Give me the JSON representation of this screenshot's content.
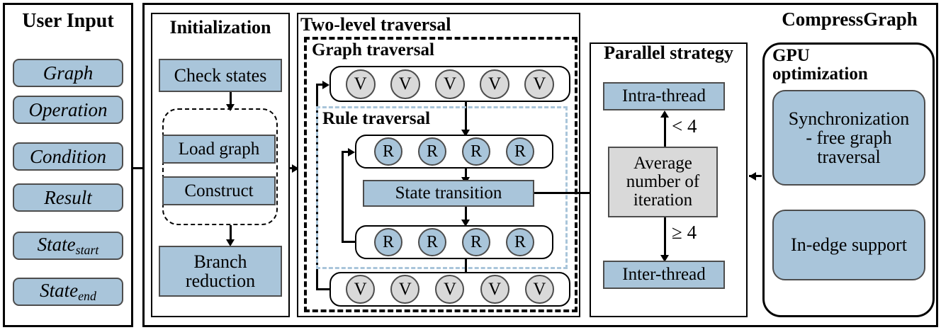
{
  "diagram": {
    "type": "system-architecture-flowchart",
    "outer_title": "CompressGraph",
    "colors": {
      "fill_blue": "#a9c5da",
      "fill_gray": "#d9d9d9",
      "stroke_black": "#000000",
      "stroke_gray": "#4d4d4d",
      "dashed_blue": "#a9c5da"
    }
  },
  "user_input": {
    "title": "User Input",
    "items": [
      {
        "label": "Graph",
        "sub": ""
      },
      {
        "label": "Operation",
        "sub": ""
      },
      {
        "label": "Condition",
        "sub": ""
      },
      {
        "label": "Result",
        "sub": ""
      },
      {
        "label": "State",
        "sub": "start"
      },
      {
        "label": "State",
        "sub": "end"
      }
    ]
  },
  "initialization": {
    "title": "Initialization",
    "check_states": "Check states",
    "grouped": {
      "load_graph": "Load graph",
      "construct": "Construct"
    },
    "branch_reduction": "Branch\nreduction"
  },
  "two_level": {
    "title": "Two-level traversal",
    "graph_traversal": {
      "title": "Graph traversal",
      "top_vertices": [
        "V",
        "V",
        "V",
        "V",
        "V"
      ],
      "bottom_vertices": [
        "V",
        "V",
        "V",
        "V",
        "V"
      ]
    },
    "rule_traversal": {
      "title": "Rule traversal",
      "top_rules": [
        "R",
        "R",
        "R",
        "R"
      ],
      "state_transition": "State transition",
      "bottom_rules": [
        "R",
        "R",
        "R",
        "R"
      ]
    }
  },
  "parallel_strategy": {
    "title": "Parallel strategy",
    "intra_thread": "Intra-thread",
    "decision": "Average\nnumber of\niteration",
    "inter_thread": "Inter-thread",
    "edge_label_up": "< 4",
    "edge_label_down": "≥ 4"
  },
  "gpu_optimization": {
    "title": "GPU\noptimization",
    "items": [
      "Synchronization\n- free graph\ntraversal",
      "In-edge support"
    ]
  },
  "arrows": [
    {
      "name": "user-input-to-initialization",
      "direction": "right"
    },
    {
      "name": "initialization-to-two-level",
      "direction": "right"
    },
    {
      "name": "check-states-to-group",
      "direction": "down"
    },
    {
      "name": "group-to-branch-reduction",
      "direction": "down"
    },
    {
      "name": "vertices-to-rules",
      "direction": "down"
    },
    {
      "name": "rules-to-state-transition",
      "direction": "down"
    },
    {
      "name": "state-transition-to-rules",
      "direction": "down"
    },
    {
      "name": "rules-to-vertices",
      "direction": "down"
    },
    {
      "name": "rule-loopback",
      "direction": "up-left"
    },
    {
      "name": "vertex-loopback",
      "direction": "up-left"
    },
    {
      "name": "state-transition-to-parallel-strategy",
      "direction": "right"
    },
    {
      "name": "decision-to-intra-thread",
      "direction": "up"
    },
    {
      "name": "decision-to-inter-thread",
      "direction": "down"
    },
    {
      "name": "gpu-to-parallel-strategy",
      "direction": "left"
    }
  ]
}
